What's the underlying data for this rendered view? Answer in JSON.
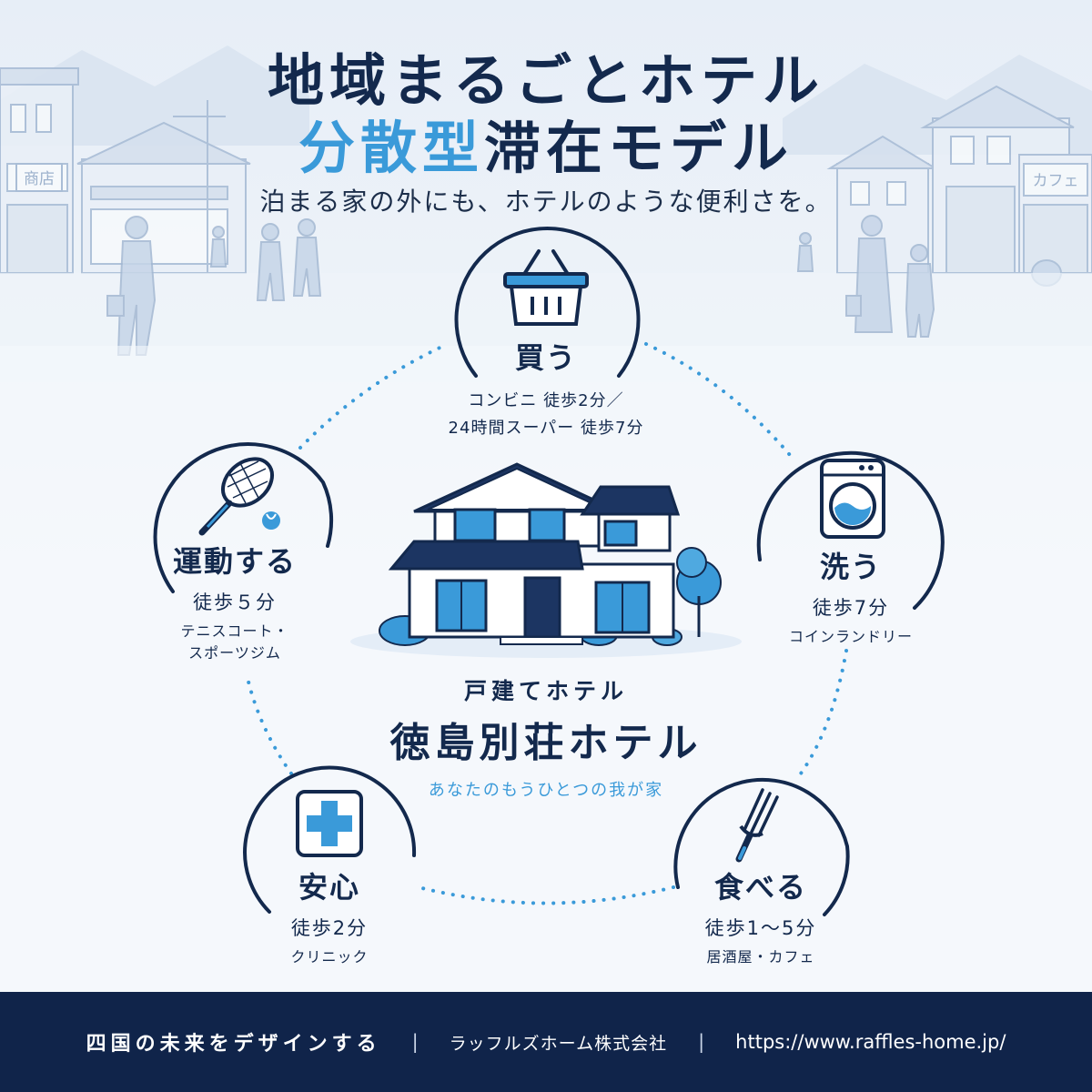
{
  "header": {
    "title_line1": "地域まるごとホテル",
    "title_line2_accent": "分散型",
    "title_line2_rest": "滞在モデル",
    "subtitle": "泊まる家の外にも、ホテルのような便利さを。"
  },
  "background": {
    "shop_sign_left": "商店",
    "shop_sign_right": "カフェ"
  },
  "center": {
    "subtitle": "戸建てホテル",
    "name": "徳島別荘ホテル",
    "tagline": "あなたのもうひとつの我が家"
  },
  "nodes": {
    "buy": {
      "title": "買う",
      "detail_line1": "コンビニ 徒歩2分／",
      "detail_line2": "24時間スーパー 徒歩7分",
      "icon": "shopping-basket-icon"
    },
    "wash": {
      "title": "洗う",
      "walk": "徒歩7分",
      "detail": "コインランドリー",
      "icon": "washing-machine-icon"
    },
    "eat": {
      "title": "食べる",
      "walk": "徒歩1〜5分",
      "detail": "居酒屋・カフェ",
      "icon": "fork-icon"
    },
    "safe": {
      "title": "安心",
      "walk": "徒歩2分",
      "detail": "クリニック",
      "icon": "medical-cross-icon"
    },
    "sport": {
      "title": "運動する",
      "walk": "徒歩５分",
      "detail_line1": "テニスコート・",
      "detail_line2": "スポーツジム",
      "icon": "tennis-racket-icon"
    }
  },
  "footer": {
    "slogan": "四国の未来をデザインする",
    "separator": "|",
    "company": "ラッフルズホーム株式会社",
    "url": "https://www.raffles-home.jp/"
  },
  "colors": {
    "navy": "#13294d",
    "accent_blue": "#3a9ad9",
    "footer_bg": "#10244a",
    "background": "#f5f8fc"
  }
}
